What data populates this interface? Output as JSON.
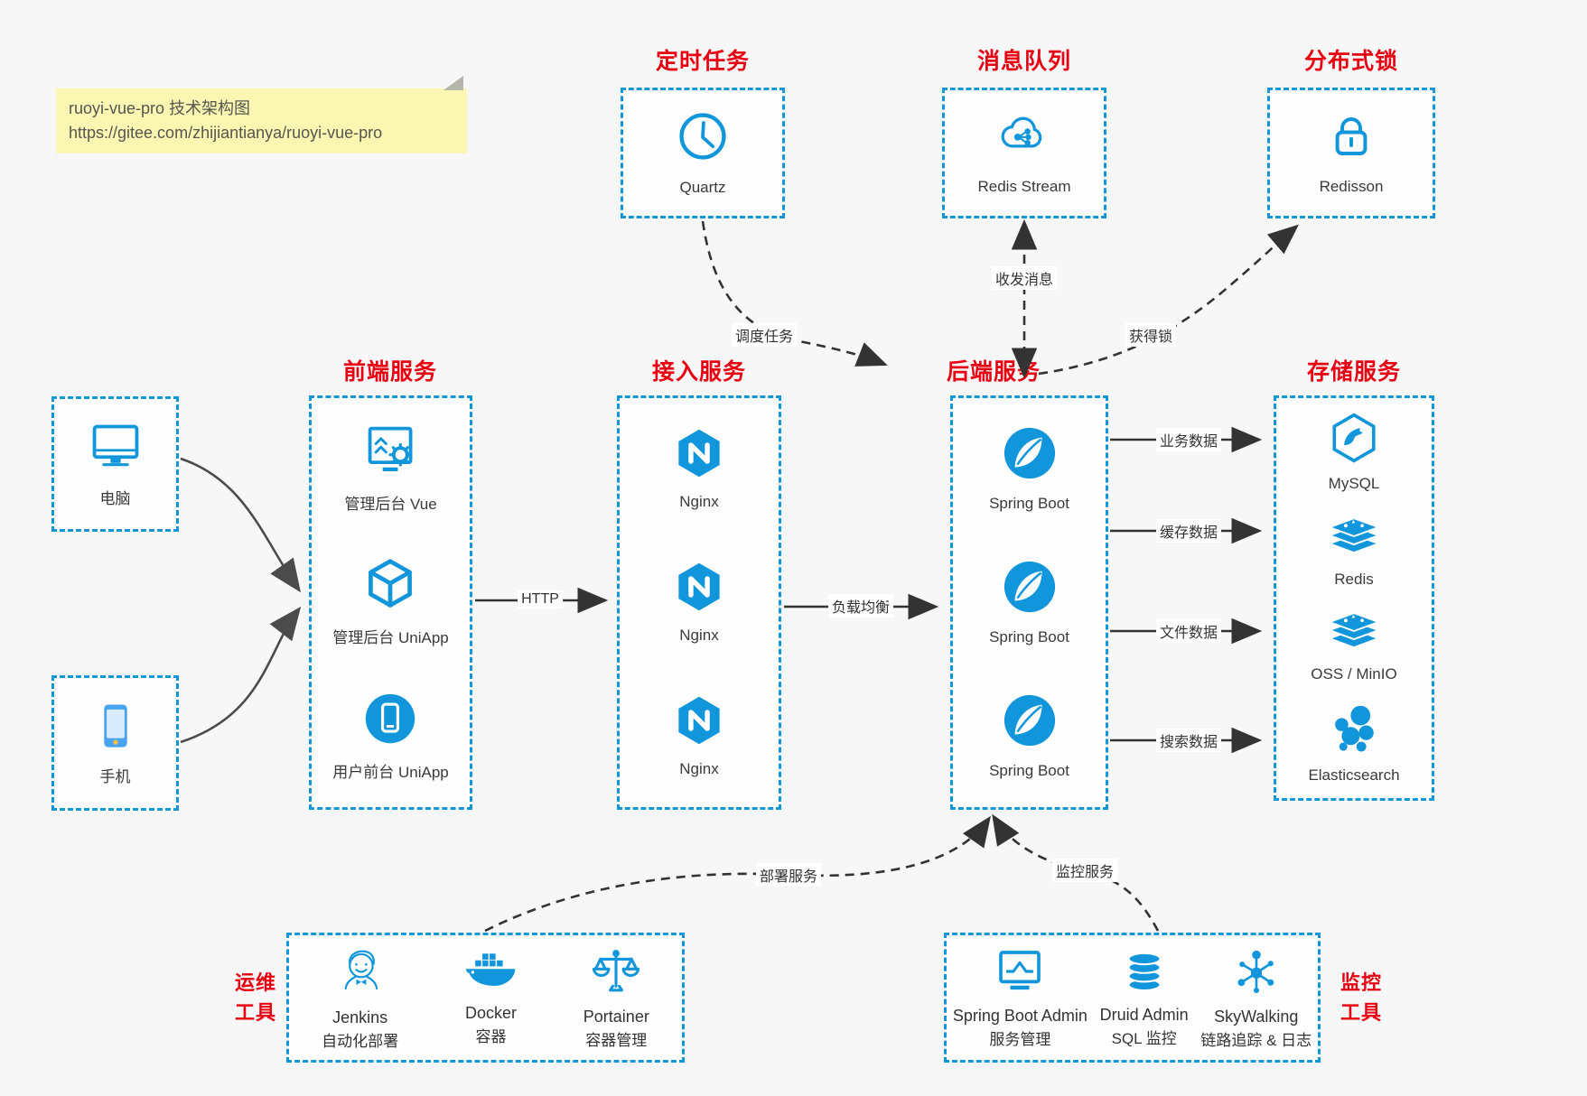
{
  "note": {
    "line1": "ruoyi-vue-pro 技术架构图",
    "line2": "https://gitee.com/zhijiantianya/ruoyi-vue-pro"
  },
  "devices": {
    "pc": {
      "label": "电脑"
    },
    "phone": {
      "label": "手机"
    }
  },
  "groups": {
    "scheduler": {
      "title": "定时任务",
      "item": {
        "label": "Quartz"
      }
    },
    "mq": {
      "title": "消息队列",
      "item": {
        "label": "Redis Stream"
      }
    },
    "lock": {
      "title": "分布式锁",
      "item": {
        "label": "Redisson"
      }
    },
    "frontend": {
      "title": "前端服务",
      "items": [
        {
          "label": "管理后台 Vue"
        },
        {
          "label": "管理后台 UniApp"
        },
        {
          "label": "用户前台 UniApp"
        }
      ]
    },
    "gateway": {
      "title": "接入服务",
      "items": [
        {
          "label": "Nginx"
        },
        {
          "label": "Nginx"
        },
        {
          "label": "Nginx"
        }
      ]
    },
    "backend": {
      "title": "后端服务",
      "items": [
        {
          "label": "Spring Boot"
        },
        {
          "label": "Spring Boot"
        },
        {
          "label": "Spring Boot"
        }
      ]
    },
    "storage": {
      "title": "存储服务",
      "items": [
        {
          "label": "MySQL"
        },
        {
          "label": "Redis"
        },
        {
          "label": "OSS / MinIO"
        },
        {
          "label": "Elasticsearch"
        }
      ]
    },
    "ops": {
      "title": [
        "运维",
        "工具"
      ],
      "items": [
        {
          "name": "Jenkins",
          "desc": "自动化部署"
        },
        {
          "name": "Docker",
          "desc": "容器"
        },
        {
          "name": "Portainer",
          "desc": "容器管理"
        }
      ]
    },
    "monitor": {
      "title": [
        "监控",
        "工具"
      ],
      "items": [
        {
          "name": "Spring Boot Admin",
          "desc": "服务管理"
        },
        {
          "name": "Druid Admin",
          "desc": "SQL 监控"
        },
        {
          "name": "SkyWalking",
          "desc": "链路追踪 & 日志"
        }
      ]
    }
  },
  "edges": {
    "http": "HTTP",
    "load_balance": "负载均衡",
    "schedule_task": "调度任务",
    "send_receive_message": "收发消息",
    "acquire_lock": "获得锁",
    "deploy_service": "部署服务",
    "monitor_service": "监控服务",
    "business_data": "业务数据",
    "cache_data": "缓存数据",
    "file_data": "文件数据",
    "search_data": "搜索数据"
  },
  "colors": {
    "accent": "#1296db",
    "title_red": "#e60012",
    "arrow_dark": "#333333",
    "arrow_gray": "#4b4b4b",
    "note_bg": "#fbf6b2",
    "background": "#f7f7f7"
  }
}
